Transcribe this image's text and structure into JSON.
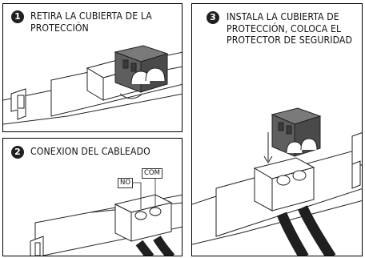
{
  "steps": [
    {
      "number": "1",
      "title": "RETIRA LA CUBIERTA DE LA PROTECCIÓN"
    },
    {
      "number": "2",
      "title": "CONEXION DEL CABLEADO",
      "labels": {
        "no": "NO",
        "com": "COM"
      }
    },
    {
      "number": "3",
      "title": "INSTALA LA CUBIERTA DE PROTECCIÓN, COLOCA EL PROTECTOR DE SEGURIDAD"
    }
  ],
  "colors": {
    "line": "#222222",
    "cover": "#5e5e5e",
    "cover_dark": "#3a3a3a",
    "cable": "#1f1f1f",
    "badge": "#1f1f1f"
  }
}
